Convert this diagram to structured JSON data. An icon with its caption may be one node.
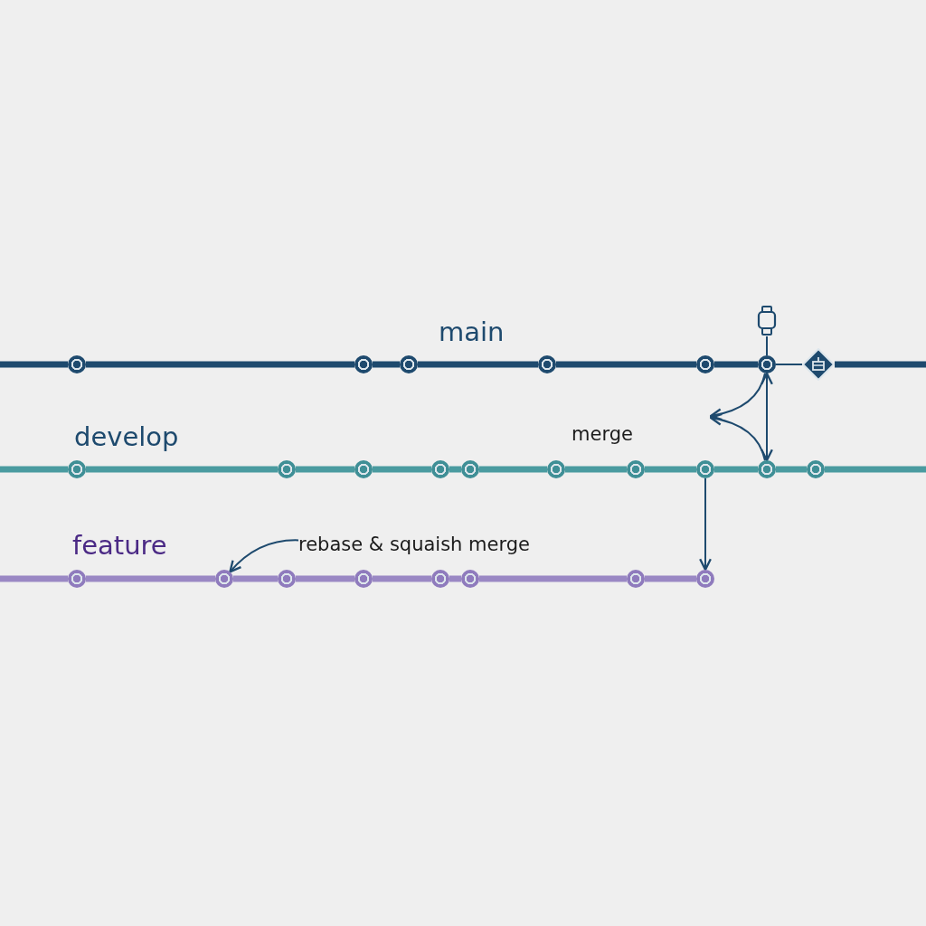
{
  "diagram": {
    "nodes": [
      {
        "text": [],
        "shape": "circle"
      },
      {
        "text": [],
        "shape": "circle"
      },
      {
        "text": [],
        "shape": "circle"
      },
      {
        "text": [],
        "shape": "circle"
      },
      {
        "text": [],
        "shape": "circle"
      },
      {
        "text": [],
        "shape": "circle"
      },
      {
        "text": [],
        "shape": "diamond"
      },
      {
        "text": [],
        "shape": "box"
      },
      {
        "text": [],
        "shape": "circle"
      },
      {
        "text": [],
        "shape": "circle"
      },
      {
        "text": [],
        "shape": "circle"
      },
      {
        "text": [],
        "shape": "circle"
      },
      {
        "text": [],
        "shape": "circle"
      },
      {
        "text": [],
        "shape": "circle"
      },
      {
        "text": [],
        "shape": "circle"
      },
      {
        "text": [],
        "shape": "circle"
      },
      {
        "text": [],
        "shape": "circle"
      },
      {
        "text": [],
        "shape": "circle"
      },
      {
        "text": [],
        "shape": "circle"
      },
      {
        "text": [],
        "shape": "circle"
      },
      {
        "text": [],
        "shape": "circle"
      },
      {
        "text": [],
        "shape": "circle"
      },
      {
        "text": [],
        "shape": "circle"
      },
      {
        "text": [],
        "shape": "circle"
      },
      {
        "text": [],
        "shape": "circle"
      },
      {
        "text": [],
        "shape": "circle"
      },
      {
        "text": [
          "rebase & squaish merge"
        ]
      }
    ],
    "edges": [
      {
        "from": null,
        "to": 0,
        "arrow": "none"
      },
      {
        "from": 0,
        "to": 1,
        "arrow": "none"
      },
      {
        "from": 1,
        "to": 2,
        "arrow": "none"
      },
      {
        "from": 2,
        "to": 3,
        "arrow": "none"
      },
      {
        "from": 3,
        "to": 4,
        "arrow": "none"
      },
      {
        "from": 4,
        "to": 5,
        "arrow": "none"
      },
      {
        "from": 5,
        "to": 6,
        "arrow": "none"
      },
      {
        "from": 6,
        "to": null,
        "arrow": "none"
      },
      {
        "from": 7,
        "to": 5,
        "arrow": "none"
      },
      {
        "from": null,
        "to": 8,
        "arrow": "none",
        "color": "#4a9ba0"
      },
      {
        "from": 8,
        "to": 9,
        "arrow": "none",
        "color": "#4a9ba0"
      },
      {
        "from": 9,
        "to": 10,
        "arrow": "none",
        "color": "#4a9ba0"
      },
      {
        "from": 10,
        "to": 11,
        "arrow": "none",
        "color": "#4a9ba0"
      },
      {
        "from": 11,
        "to": 12,
        "arrow": "none",
        "color": "#4a9ba0"
      },
      {
        "from": 12,
        "to": 13,
        "arrow": "none",
        "color": "#4a9ba0"
      },
      {
        "from": 13,
        "to": 14,
        "arrow": "none",
        "color": "#4a9ba0"
      },
      {
        "from": 14,
        "to": 15,
        "arrow": "none",
        "color": "#4a9ba0"
      },
      {
        "from": 15,
        "to": 16,
        "arrow": "none",
        "color": "#4a9ba0"
      },
      {
        "from": 16,
        "to": 17,
        "arrow": "none",
        "color": "#4a9ba0"
      },
      {
        "from": 17,
        "to": null,
        "arrow": "none",
        "color": "#4a9ba0"
      },
      {
        "from": null,
        "to": 18,
        "arrow": "none",
        "color": "#9a88c4"
      },
      {
        "from": 18,
        "to": 19,
        "arrow": "none",
        "color": "#9a88c4"
      },
      {
        "from": 19,
        "to": 20,
        "arrow": "none",
        "color": "#9a88c4"
      },
      {
        "from": 20,
        "to": 21,
        "arrow": "none",
        "color": "#9a88c4"
      },
      {
        "from": 21,
        "to": 22,
        "arrow": "none",
        "color": "#9a88c4"
      },
      {
        "from": 22,
        "to": 23,
        "arrow": "none",
        "color": "#9a88c4"
      },
      {
        "from": 23,
        "to": 24,
        "arrow": "none",
        "color": "#9a88c4"
      },
      {
        "from": 24,
        "to": 25,
        "arrow": "none",
        "color": "#9a88c4"
      },
      {
        "from": 15,
        "to": 25,
        "arrow": "to"
      },
      {
        "from": 5,
        "to": 16,
        "arrow": "both"
      },
      {
        "from": 5,
        "to": null,
        "arrow": "to"
      },
      {
        "from": 16,
        "to": null,
        "arrow": "to"
      },
      {
        "from": 26,
        "to": 19,
        "arrow": "to"
      }
    ],
    "labels": [
      "main",
      "develop",
      "feature",
      "merge"
    ]
  }
}
